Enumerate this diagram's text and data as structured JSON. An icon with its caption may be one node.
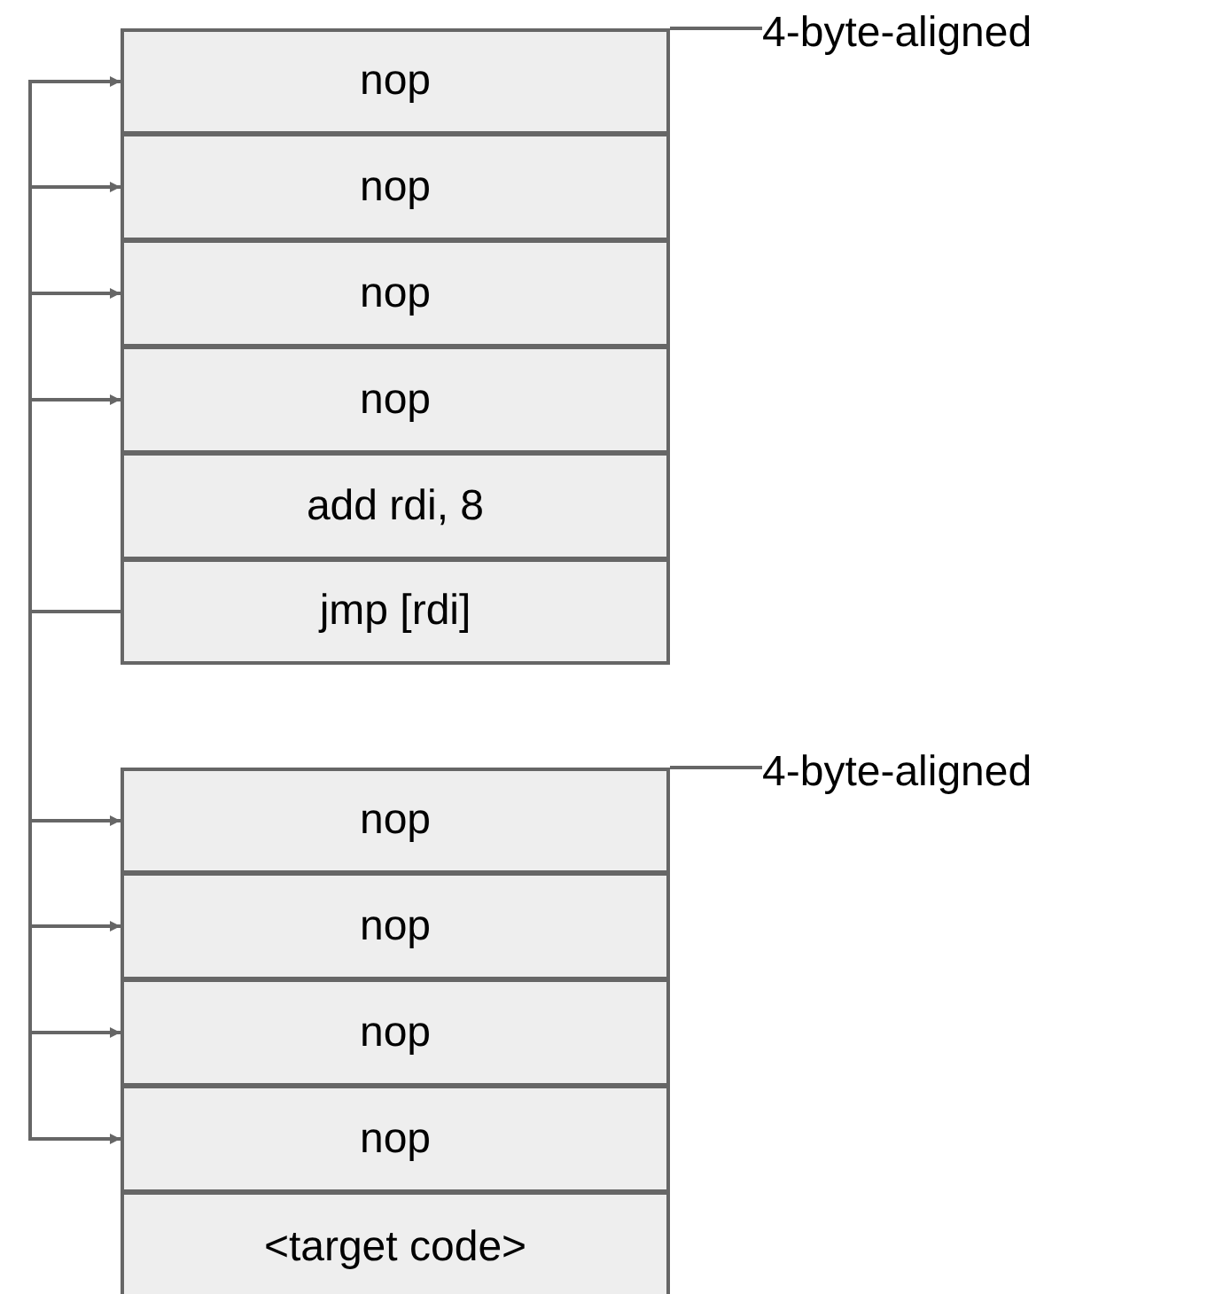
{
  "diagram": {
    "nodes": [
      {
        "text": [
          "nop"
        ]
      },
      {
        "text": [
          "nop"
        ]
      },
      {
        "text": [
          "nop"
        ]
      },
      {
        "text": [
          "nop"
        ]
      },
      {
        "text": [
          "add rdi, 8"
        ]
      },
      {
        "text": [
          "jmp [rdi]"
        ]
      },
      {
        "text": [
          "nop"
        ]
      },
      {
        "text": [
          "nop"
        ]
      },
      {
        "text": [
          "nop"
        ]
      },
      {
        "text": [
          "nop"
        ]
      },
      {
        "text": [
          "<target code>"
        ]
      },
      {
        "text": [
          "4-byte-aligned"
        ]
      },
      {
        "text": [
          "4-byte-aligned"
        ]
      }
    ],
    "edges": [
      {
        "from": 5,
        "to": 0,
        "arrow": "to"
      },
      {
        "from": 5,
        "to": 1,
        "arrow": "to"
      },
      {
        "from": 5,
        "to": 2,
        "arrow": "to"
      },
      {
        "from": 5,
        "to": 3,
        "arrow": "to"
      },
      {
        "from": 5,
        "to": 6,
        "arrow": "to"
      },
      {
        "from": 5,
        "to": 7,
        "arrow": "to"
      },
      {
        "from": 5,
        "to": 8,
        "arrow": "to"
      },
      {
        "from": 5,
        "to": 9,
        "arrow": "to"
      },
      {
        "from": 11,
        "to": 0,
        "arrow": "none"
      },
      {
        "from": 12,
        "to": 6,
        "arrow": "none"
      }
    ]
  }
}
